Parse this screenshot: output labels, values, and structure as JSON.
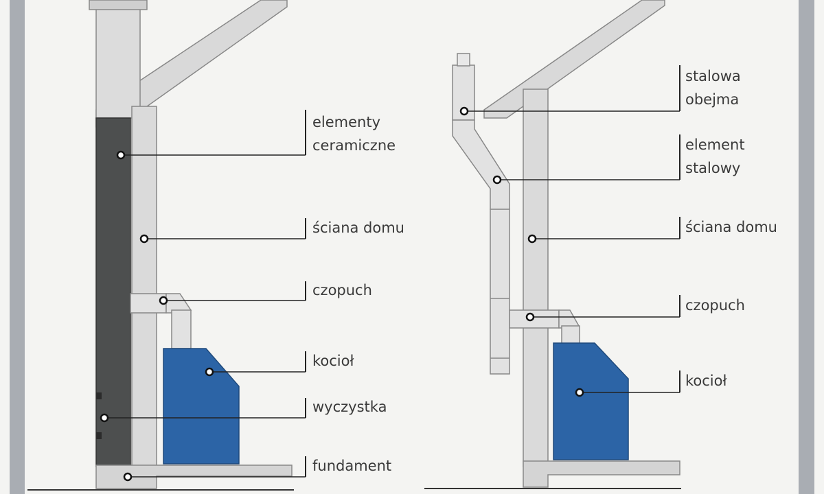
{
  "colors": {
    "background": "#f4f4f2",
    "frame": "#a9adb3",
    "wall": "#d9d9d9",
    "chimney_dark": "#4d4f4f",
    "boiler_blue": "#2c64a6",
    "steel": "#e2e2e2",
    "line": "#222222"
  },
  "left_diagram": {
    "labels": {
      "ceramic_elements_line1": "elementy",
      "ceramic_elements_line2": "ceramiczne",
      "house_wall": "ściana domu",
      "flue_connector": "czopuch",
      "boiler": "kocioł",
      "cleanout": "wyczystka",
      "foundation": "fundament"
    }
  },
  "right_diagram": {
    "labels": {
      "steel_clamp_line1": "stalowa",
      "steel_clamp_line2": "obejma",
      "steel_element_line1": "element",
      "steel_element_line2": "stalowy",
      "house_wall": "ściana domu",
      "flue_connector": "czopuch",
      "boiler": "kocioł"
    }
  }
}
